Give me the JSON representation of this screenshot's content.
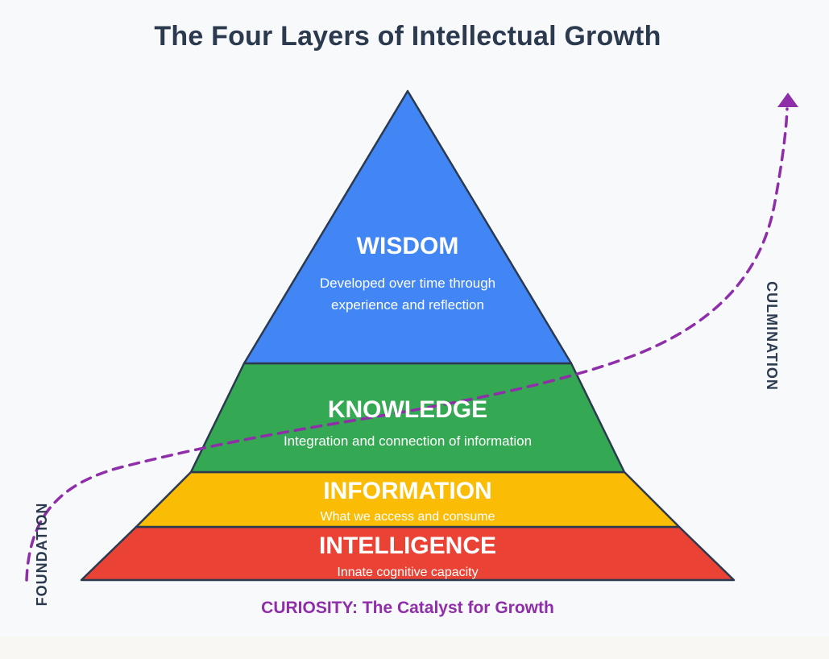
{
  "title": "The Four Layers of Intellectual Growth",
  "colors": {
    "wisdom": "#4285f4",
    "knowledge": "#34a853",
    "information": "#fbbc05",
    "intelligence": "#ea4335",
    "outline": "#2b3a4f",
    "growth_arrow": "#8e2ea8"
  },
  "layers": {
    "wisdom": {
      "heading": "WISDOM",
      "description_line1": "Developed over time through",
      "description_line2": "experience and reflection"
    },
    "knowledge": {
      "heading": "KNOWLEDGE",
      "description": "Integration and connection of information"
    },
    "information": {
      "heading": "INFORMATION",
      "description": "What we access and consume"
    },
    "intelligence": {
      "heading": "INTELLIGENCE",
      "description": "Innate cognitive capacity"
    }
  },
  "side_labels": {
    "left": "FOUNDATION",
    "right": "CULMINATION"
  },
  "footer": "CURIOSITY: The Catalyst for Growth"
}
